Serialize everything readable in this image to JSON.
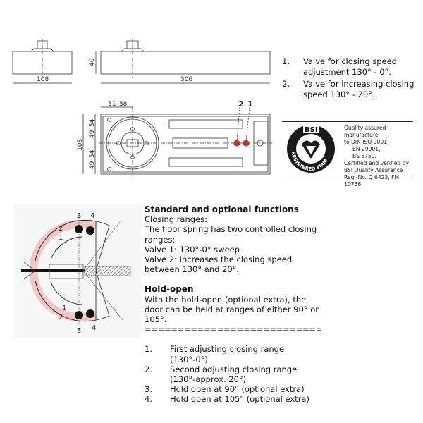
{
  "drawing": {
    "dim_width": "108",
    "dim_height": "40",
    "dim_length": "306",
    "dim_offset": "51–58",
    "dim_half_top": "49–54",
    "dim_half_bottom": "49–54",
    "dim_plan_width": "108",
    "valve_label_2": "2",
    "valve_label_1": "1"
  },
  "valves": [
    {
      "num": "1.",
      "text": "Valve for closing speed adjustment 130° - 0°."
    },
    {
      "num": "2.",
      "text": "Valve for increasing closing speed 130° - 20°."
    }
  ],
  "bsi": {
    "logo_top": "BSI",
    "logo_ring": "REGISTERED FIRM",
    "lines": [
      "Quality assured manufacture",
      "to DIN ISO 9001,",
      "EN 29001,",
      "BS 5750.",
      "Certified and verified by",
      "BSI Quality Assurance",
      "Reg.-No. Q 6423, FM 10756"
    ]
  },
  "diagram": {
    "l1": "1",
    "l2": "2",
    "l3": "3",
    "l4": "4"
  },
  "functions": {
    "heading": "Standard and optional functions",
    "lines": [
      "Closing ranges:",
      "The floor spring has two controlled closing ranges:",
      "Valve 1: 130°-0° sweep",
      "Valve 2: Increases the closing speed between 130° and 20°."
    ],
    "hold_heading": "Hold-open",
    "hold_text": "With the hold-open (optional extra), the door can be held at ranges of either 90° or 105°.",
    "separator": "==============================",
    "items": [
      {
        "num": "1.",
        "text": "First adjusting closing range (130°-0°)"
      },
      {
        "num": "2.",
        "text": "Second adjusting closing range (130°-approx. 20°)"
      },
      {
        "num": "3.",
        "text": "Hold open at 90° (optional extra)"
      },
      {
        "num": "4.",
        "text": "Hold open at 105° (optional extra)"
      }
    ]
  },
  "colors": {
    "valve_red": "#c0302a",
    "range_pink": "#f3c6c6"
  }
}
